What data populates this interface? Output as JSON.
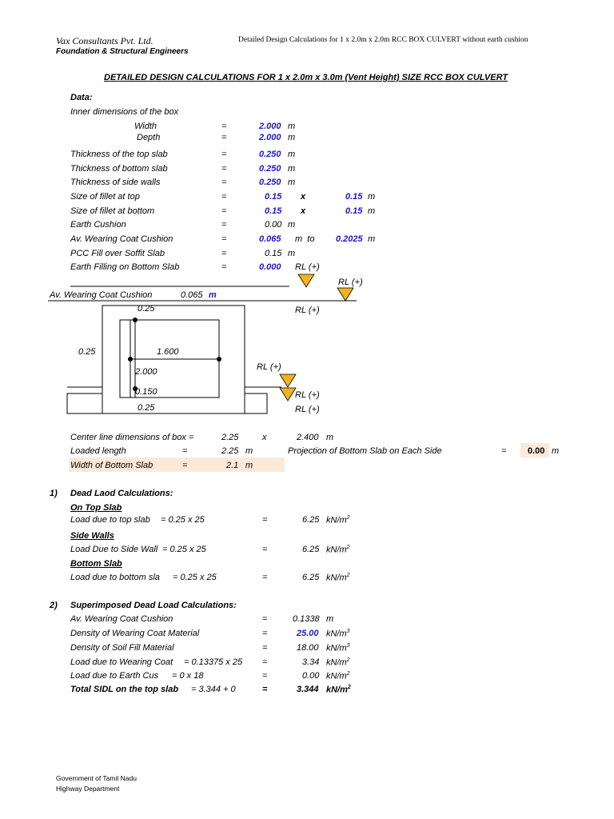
{
  "header": {
    "company": "Vax Consultants Pvt. Ltd.",
    "tagline": "Foundation & Structural Engineers",
    "doc_title": "Detailed Design Calculations for 1 x 2.0m x 2.0m RCC BOX CULVERT without earth cushion"
  },
  "main_title": "DETAILED DESIGN CALCULATIONS FOR 1 x 2.0m x 3.0m (Vent Height) SIZE RCC BOX CULVERT",
  "data_section": {
    "heading": "Data:",
    "inner_dims_label": "Inner dimensions of the box",
    "eq": "=",
    "x": "x",
    "rows": [
      {
        "label": "Width",
        "value": "2.000",
        "unit": "m"
      },
      {
        "label": "Depth",
        "value": "2.000",
        "unit": "m"
      },
      {
        "label": "Thickness of the top slab",
        "value": "0.250",
        "unit": "m"
      },
      {
        "label": "Thickness of bottom slab",
        "value": "0.250",
        "unit": "m"
      },
      {
        "label": "Thickness of side walls",
        "value": "0.250",
        "unit": "m"
      },
      {
        "label": "Size of fillet at top",
        "value": "0.15",
        "value2": "0.15",
        "unit": "m"
      },
      {
        "label": "Size of fillet at bottom",
        "value": "0.15",
        "value2": "0.15",
        "unit": "m"
      },
      {
        "label": "Earth Cushion",
        "value": "0.00",
        "unit": "m"
      },
      {
        "label": "Av. Wearing Coat Cushion",
        "value": "0.065",
        "mid": "m  to",
        "value2": "0.2025",
        "unit": "m"
      },
      {
        "label": "PCC Fill over Soffit Slab",
        "value": "0.15",
        "unit": "m"
      },
      {
        "label": "Earth Filling on Bottom Slab",
        "value": "0.000",
        "unit": "RL (+)"
      }
    ]
  },
  "diagram": {
    "rl_label": "RL (+)",
    "wc_label": "Av. Wearing Coat Cushion",
    "wc_value": "0.065",
    "wc_unit": "m",
    "top_thk": "0.25",
    "wall_thk": "0.25",
    "span": "1.600",
    "height": "2.000",
    "fillet": "0.150",
    "bot_thk": "0.25",
    "fill_color": "#f2b320"
  },
  "centerline": {
    "label": "Center line dimensions of box =",
    "v1": "2.25",
    "x": "x",
    "v2": "2.400",
    "unit": "m"
  },
  "loaded_length": {
    "label": "Loaded length",
    "eq": "=",
    "value": "2.25",
    "unit": "m"
  },
  "projection": {
    "label": "Projection of Bottom Slab on Each Side",
    "eq": "=",
    "value": "0.00",
    "unit": "m"
  },
  "bottom_width": {
    "label": "Width of Bottom Slab",
    "eq": "=",
    "value": "2.1",
    "unit": "m"
  },
  "dead_load": {
    "num": "1)",
    "title": "Dead Laod Calculations:",
    "unit_base": "kN/m",
    "unit_exp": "2",
    "eq": "=",
    "items": [
      {
        "sub": "On Top Slab",
        "label": "Load due to top slab",
        "expr": "= 0.25 x 25",
        "value": "6.25"
      },
      {
        "sub": "Side Walls",
        "label": "Load Due to Side Wall",
        "expr": "= 0.25 x 25",
        "value": "6.25"
      },
      {
        "sub": "Bottom Slab",
        "label": "Load due to bottom sla",
        "expr": "= 0.25 x 25",
        "value": "6.25"
      }
    ]
  },
  "sidl": {
    "num": "2)",
    "title": "Superimposed Dead Load Calculations:",
    "eq": "=",
    "rows": [
      {
        "label": "Av. Wearing Coat Cushion",
        "expr": "",
        "value": "0.1338",
        "unit": "m",
        "exp": ""
      },
      {
        "label": "Density of Wearing Coat Material",
        "expr": "",
        "value": "25.00",
        "unit": "kN/m",
        "exp": "3"
      },
      {
        "label": "Density of Soil Fill Material",
        "expr": "",
        "value": "18.00",
        "unit": "kN/m",
        "exp": "3"
      },
      {
        "label": "Load due to Wearing Coat",
        "expr": "= 0.13375 x 25",
        "value": "3.34",
        "unit": "kN/m",
        "exp": "2"
      },
      {
        "label": "Load due to Earth Cus",
        "expr": "= 0 x 18",
        "value": "0.00",
        "unit": "kN/m",
        "exp": "2"
      }
    ],
    "total": {
      "label": "Total SIDL on the top slab",
      "expr": "= 3.344 + 0",
      "value": "3.344",
      "unit": "kN/m",
      "exp": "2"
    }
  },
  "footer": {
    "line1": "Government of Tamil Nadu",
    "line2": "Highway Department"
  }
}
